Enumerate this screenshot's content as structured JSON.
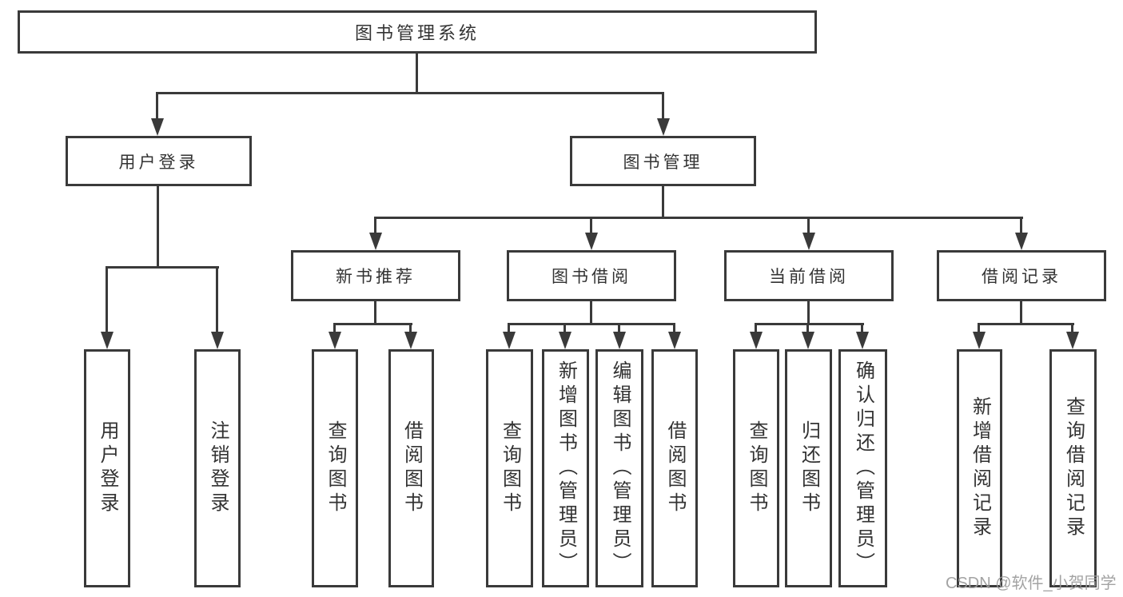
{
  "colors": {
    "background": "#ffffff",
    "box_fill": "#ffffff",
    "box_border": "#3a3a3a",
    "connector_line": "#3a3a3a",
    "text": "#333333",
    "watermark": "#9b9b9b"
  },
  "tree": {
    "root": {
      "label": "图书管理系统"
    },
    "children": [
      {
        "label": "用户登录",
        "children": [
          {
            "label": "用户登录"
          },
          {
            "label": "注销登录"
          }
        ]
      },
      {
        "label": "图书管理",
        "children": [
          {
            "label": "新书推荐",
            "children": [
              {
                "label": "查询图书"
              },
              {
                "label": "借阅图书"
              }
            ]
          },
          {
            "label": "图书借阅",
            "children": [
              {
                "label": "查询图书"
              },
              {
                "label": "新增图书（管理员）"
              },
              {
                "label": "编辑图书（管理员）"
              },
              {
                "label": "借阅图书"
              }
            ]
          },
          {
            "label": "当前借阅",
            "children": [
              {
                "label": "查询图书"
              },
              {
                "label": "归还图书"
              },
              {
                "label": "确认归还（管理员）"
              }
            ]
          },
          {
            "label": "借阅记录",
            "children": [
              {
                "label": "新增借阅记录"
              },
              {
                "label": "查询借阅记录"
              }
            ]
          }
        ]
      }
    ]
  },
  "watermark": {
    "text": "CSDN @软件_小贺同学"
  }
}
